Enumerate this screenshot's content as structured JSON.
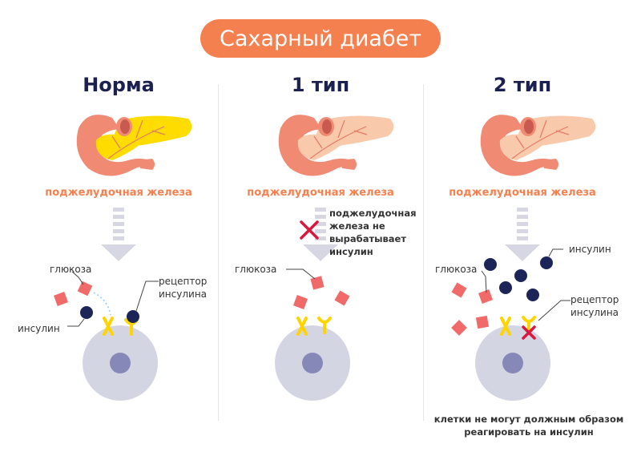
{
  "title": "Сахарный диабет",
  "columns": [
    {
      "heading": "Норма",
      "gland_label": "поджелудочная железа",
      "glucose": "глюкоза",
      "insulin": "инсулин",
      "receptor": "рецептор инсулина"
    },
    {
      "heading": "1 тип",
      "gland_label": "поджелудочная железа",
      "glucose": "глюкоза",
      "note": "поджелудочная железа не вырабатывает инсулин"
    },
    {
      "heading": "2 тип",
      "gland_label": "поджелудочная железа",
      "glucose": "глюкоза",
      "insulin": "инсулин",
      "receptor": "рецептор инсулина",
      "caption": "клетки не могут должным образом реагировать на инсулин"
    }
  ],
  "colors": {
    "accent": "#f5804f",
    "heading": "#1c2050",
    "insulin": "#1c2458",
    "glucose": "#f06a6a",
    "receptor": "#ffd400",
    "cell": "#d4d5e3",
    "nucleus": "#8689b8",
    "cross": "#d8183c"
  }
}
